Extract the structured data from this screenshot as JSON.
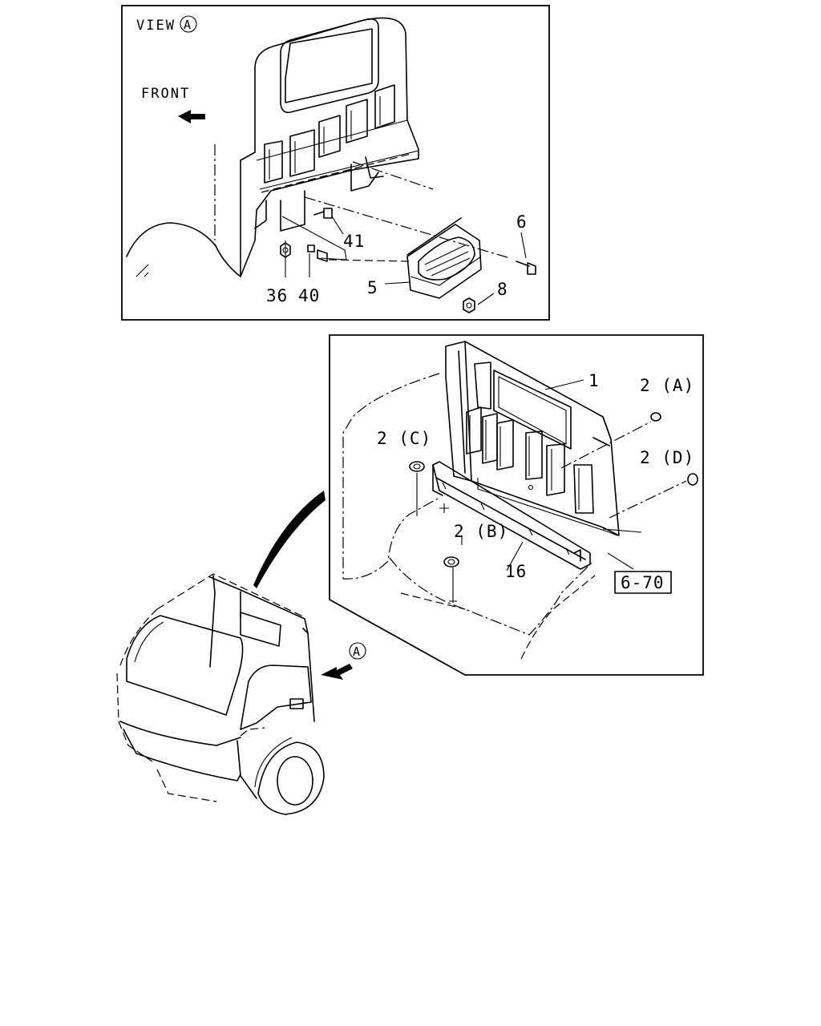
{
  "view_panel": {
    "title": "VIEW",
    "view_marker": "A",
    "direction_label": "FRONT",
    "callouts": {
      "p6": "6",
      "p41": "41",
      "p36": "36",
      "p40": "40",
      "p5": "5",
      "p8": "8"
    }
  },
  "detail_panel": {
    "callouts": {
      "p1": "1",
      "p2a": "2 (A)",
      "p2c": "2 (C)",
      "p2d": "2 (D)",
      "p2b": "2 (B)",
      "p16": "16"
    },
    "reference_box": "6-70"
  },
  "truck": {
    "view_marker": "A"
  }
}
